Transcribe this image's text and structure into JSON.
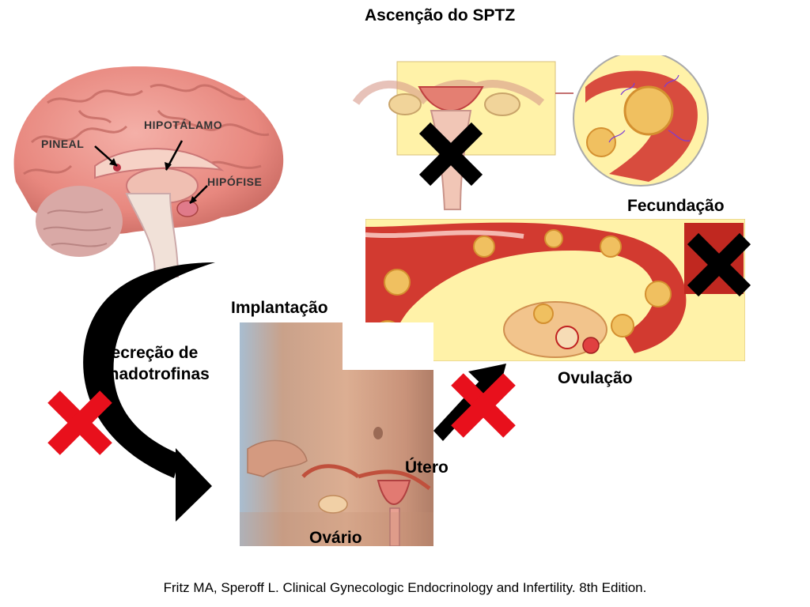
{
  "title": "Ascenção do SPTZ",
  "labels": {
    "fertilization": "Fecundação",
    "implantation": "Implantação",
    "gonadotropin_secretion_line1": "Secreção de",
    "gonadotropin_secretion_line2": "gonadotrofinas",
    "ovulation": "Ovulação",
    "uterus": "Útero",
    "ovary": "Ovário"
  },
  "brain_labels": {
    "pineal": "PINEAL",
    "hypothalamus": "HIPOTÁLAMO",
    "hypophysis": "HIPÓFISE"
  },
  "citation": "Fritz MA, Speroff L. Clinical Gynecologic  Endocrinology and Infertility. 8th Edition.",
  "colors": {
    "block_red": "#e8101c",
    "block_black": "#000000",
    "tissue_red": "#c8282a",
    "background_yellow": "#fff2a8",
    "brain_pink": "#e98c86",
    "skin": "#d8a68a"
  }
}
